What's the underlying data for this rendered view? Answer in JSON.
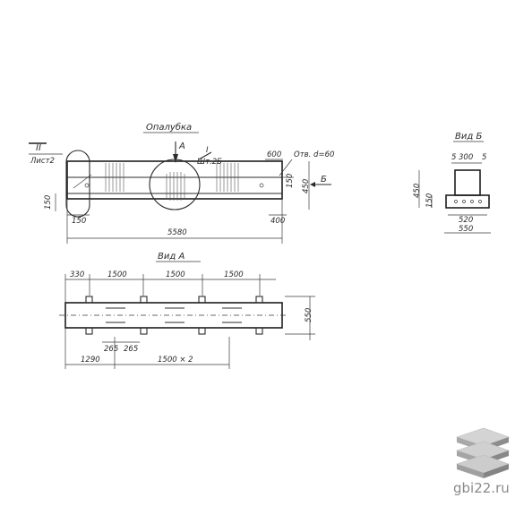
{
  "titles": {
    "opalubka": "Опалубка",
    "vid_a": "Вид А",
    "vid_b": "Вид Б"
  },
  "labels": {
    "roman_two": "II",
    "list2": "Лист2",
    "arrow_a": "А",
    "arrow_b": "Б",
    "section_i": "I",
    "sht25": "Шт.2Б",
    "opening": "Отв. d=60"
  },
  "formwork_dims": {
    "d150_left": "150",
    "d150_right": "150",
    "d150_bottom_left": "150",
    "d400": "400",
    "d450": "450",
    "d600": "600",
    "d5580": "5580"
  },
  "view_a_dims": {
    "d330_left": "330",
    "d1500_1": "1500",
    "d1500_2": "1500",
    "d1500_3": "1500",
    "d550": "550",
    "d265_1": "265",
    "d265_2": "265",
    "d1290": "1290",
    "d1500x2": "1500 × 2"
  },
  "view_b_dims": {
    "d5_left": "5",
    "d300": "300",
    "d5_right": "5",
    "d450": "450",
    "d150": "150",
    "d520": "520",
    "d550": "550"
  },
  "watermark": {
    "site": "gbi22.ru"
  },
  "colors": {
    "line": "#2b2b2b",
    "logo_gray": "#8a8a8a"
  }
}
